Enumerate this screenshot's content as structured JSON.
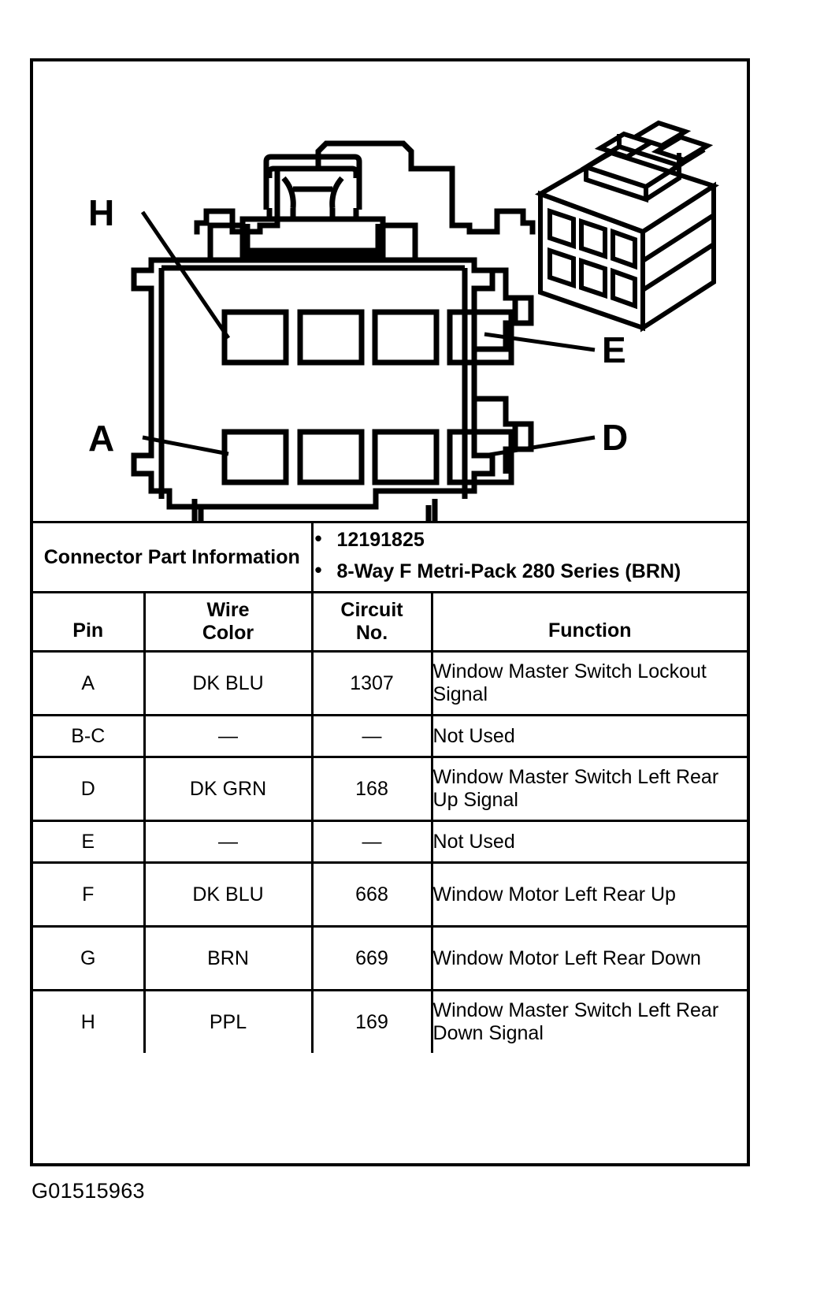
{
  "figure": {
    "caption": "G01515963",
    "diagram": {
      "title": "8-Way F Metri-Pack 280 Series connector face view",
      "callouts": [
        {
          "label": "H",
          "position": "upper-left",
          "points_to": "top row cavity 1"
        },
        {
          "label": "E",
          "position": "upper-right",
          "points_to": "top row cavity 4"
        },
        {
          "label": "A",
          "position": "lower-left",
          "points_to": "bottom row cavity 1"
        },
        {
          "label": "D",
          "position": "lower-right",
          "points_to": "bottom row cavity 4"
        }
      ],
      "cavity_rows": 2,
      "cavities_per_row": 4
    }
  },
  "connector_part_information": {
    "label": "Connector Part Information",
    "values": [
      "12191825",
      "8-Way F Metri-Pack 280 Series (BRN)"
    ]
  },
  "table": {
    "headers": {
      "pin": "Pin",
      "wire_color_line1": "Wire",
      "wire_color_line2": "Color",
      "circuit_no_line1": "Circuit",
      "circuit_no_line2": "No.",
      "function": "Function"
    },
    "rows": [
      {
        "pin": "A",
        "wire_color": "DK BLU",
        "circuit_no": "1307",
        "function": "Window Master Switch Lockout Signal",
        "tall": true
      },
      {
        "pin": "B-C",
        "wire_color": "—",
        "circuit_no": "—",
        "function": "Not Used",
        "tall": false
      },
      {
        "pin": "D",
        "wire_color": "DK GRN",
        "circuit_no": "168",
        "function": "Window Master Switch Left Rear Up Signal",
        "tall": true
      },
      {
        "pin": "E",
        "wire_color": "—",
        "circuit_no": "—",
        "function": "Not Used",
        "tall": false
      },
      {
        "pin": "F",
        "wire_color": "DK BLU",
        "circuit_no": "668",
        "function": "Window Motor Left Rear Up",
        "tall": true
      },
      {
        "pin": "G",
        "wire_color": "BRN",
        "circuit_no": "669",
        "function": "Window Motor Left Rear Down",
        "tall": true
      },
      {
        "pin": "H",
        "wire_color": "PPL",
        "circuit_no": "169",
        "function": "Window Master Switch Left Rear Down Signal",
        "tall": true
      }
    ]
  },
  "colors": {
    "ink": "#000000",
    "background": "#ffffff"
  }
}
